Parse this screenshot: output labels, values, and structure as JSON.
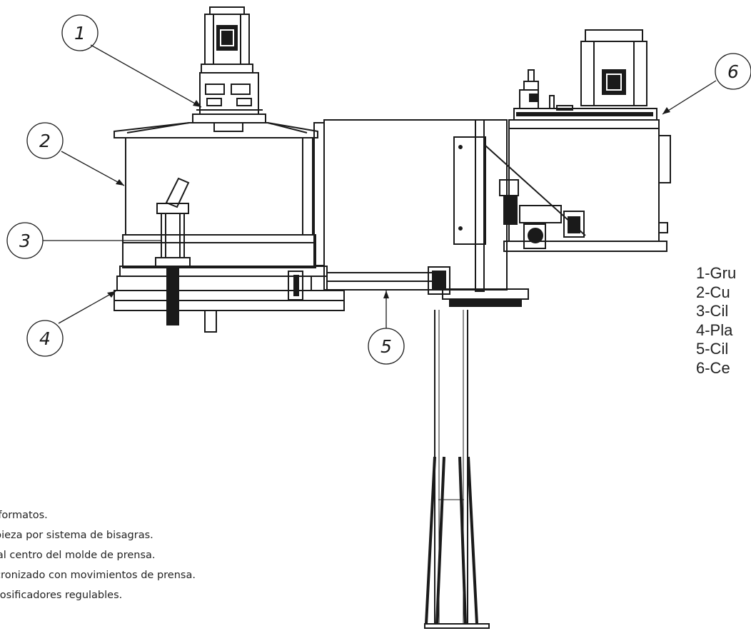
{
  "callouts": [
    {
      "number": "1",
      "target": "drive-group"
    },
    {
      "number": "2",
      "target": "hopper"
    },
    {
      "number": "3",
      "target": "gate-cylinder"
    },
    {
      "number": "4",
      "target": "dosing-plate"
    },
    {
      "number": "5",
      "target": "traverse-cylinder"
    },
    {
      "number": "6",
      "target": "hydraulic-unit"
    }
  ],
  "legend": [
    "1-Gru",
    "2-Cu",
    "3-Cil",
    "4-Pla",
    "5-Cil",
    "6-Ce"
  ],
  "features": [
    "ra todos los formatos.",
    "lidad de limpieza por sistema de bisagras.",
    " de material al centro del molde de prensa.",
    "amiento sincronizado con movimientos de prensa.",
    "d de vasos dosificadores regulables."
  ],
  "colors": {
    "line": "#1a1a1a",
    "paper": "#ffffff",
    "text": "#222222"
  }
}
